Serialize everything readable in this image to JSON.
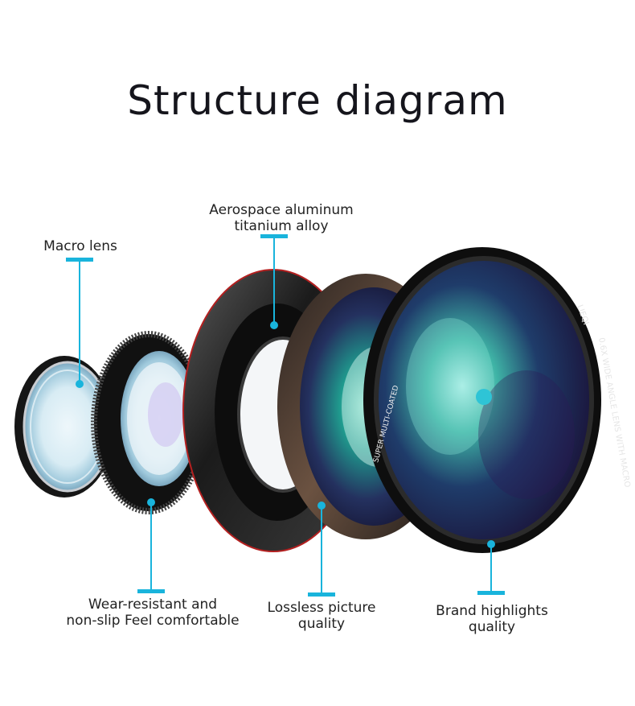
{
  "title": "Structure diagram",
  "callouts": {
    "macro_lens": "Macro lens",
    "aerospace_line1": "Aerospace aluminum",
    "aerospace_line2": "titanium alloy",
    "wear_line1": "Wear-resistant and",
    "wear_line2": "non-slip Feel comfortable",
    "lossless_line1": "Lossless picture",
    "lossless_line2": "quality",
    "brand_line1": "Brand highlights",
    "brand_line2": "quality"
  },
  "lens_markings": {
    "brand": "LIEQI",
    "ring_text": "0.6X WIDE ANGLE LENS WITH MACRO",
    "coating_text": "SUPER MULTI-COATED"
  },
  "colors": {
    "accent": "#19b4dc",
    "title": "#15151c"
  }
}
